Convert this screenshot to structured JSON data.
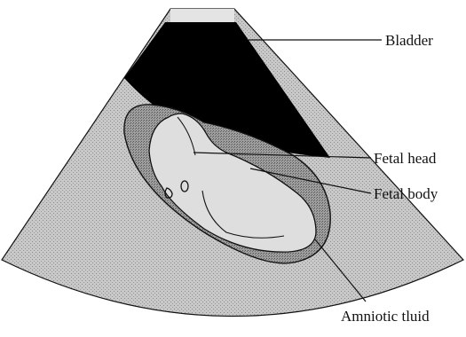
{
  "labels": {
    "bladder": "Bladder",
    "fetal_head": "Fetal head",
    "fetal_body": "Fetal body",
    "amniotic_fluid": "Amniotic tluid"
  },
  "colors": {
    "tissue": "#c6c6c6",
    "bladder": "#000000",
    "fetus": "#dddddd",
    "amniotic": "#9a9a9a",
    "outline": "#111111"
  },
  "icons": {
    "transducer": "ultrasound-probe-icon"
  }
}
